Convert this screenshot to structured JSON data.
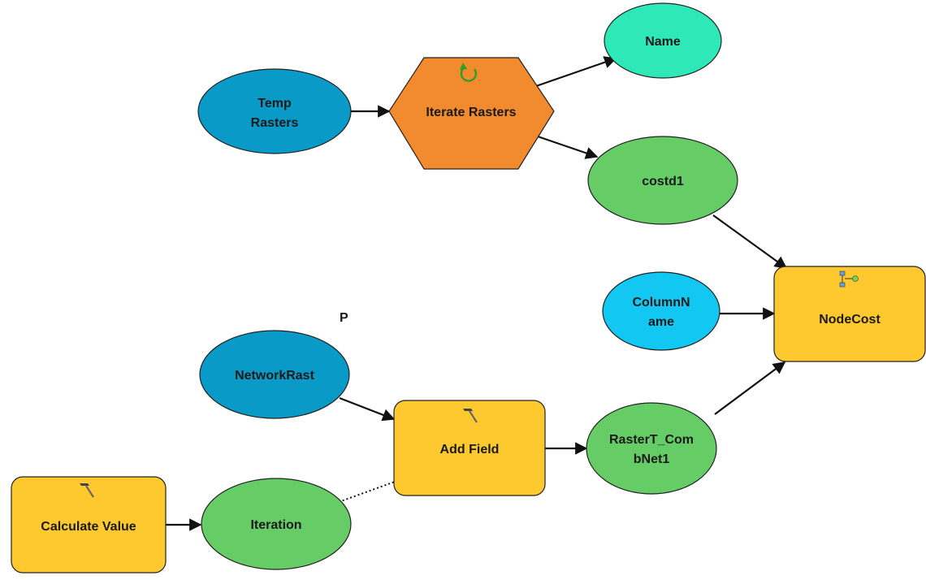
{
  "nodes": {
    "temp_rasters": {
      "lines": [
        "Temp",
        "Rasters"
      ],
      "color": "#0a9ac8"
    },
    "iterate_rasters": {
      "lines": [
        "Iterate Rasters"
      ],
      "color": "#f28a2e"
    },
    "name": {
      "lines": [
        "Name"
      ],
      "color": "#2ee8b8"
    },
    "costd1": {
      "lines": [
        "costd1"
      ],
      "color": "#66cc66"
    },
    "column_name": {
      "lines": [
        "ColumnN",
        "ame"
      ],
      "color": "#12c8f2"
    },
    "node_cost": {
      "lines": [
        "NodeCost"
      ],
      "color": "#fdc92e"
    },
    "network_rast": {
      "lines": [
        "NetworkRast"
      ],
      "color": "#0a9ac8"
    },
    "add_field": {
      "lines": [
        "Add Field"
      ],
      "color": "#fdc92e"
    },
    "raster_combnet": {
      "lines": [
        "RasterT_Com",
        "bNet1"
      ],
      "color": "#66cc66"
    },
    "calculate_value": {
      "lines": [
        "Calculate Value"
      ],
      "color": "#fdc92e"
    },
    "iteration": {
      "lines": [
        "Iteration"
      ],
      "color": "#66cc66"
    }
  },
  "parameter_marker": "P",
  "icons": {
    "iterator": "refresh-arrow-icon",
    "tool": "hammer-icon",
    "model": "model-tree-icon"
  }
}
